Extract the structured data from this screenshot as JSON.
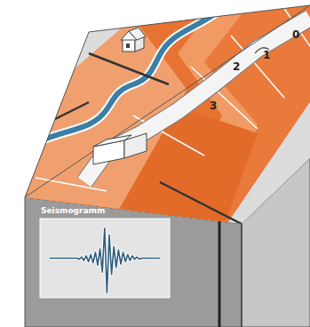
{
  "diagram": {
    "nodes": [
      {
        "text": [
          "Seismogramm"
        ]
      }
    ],
    "labels": [
      "0",
      "1",
      "2",
      "3"
    ]
  }
}
